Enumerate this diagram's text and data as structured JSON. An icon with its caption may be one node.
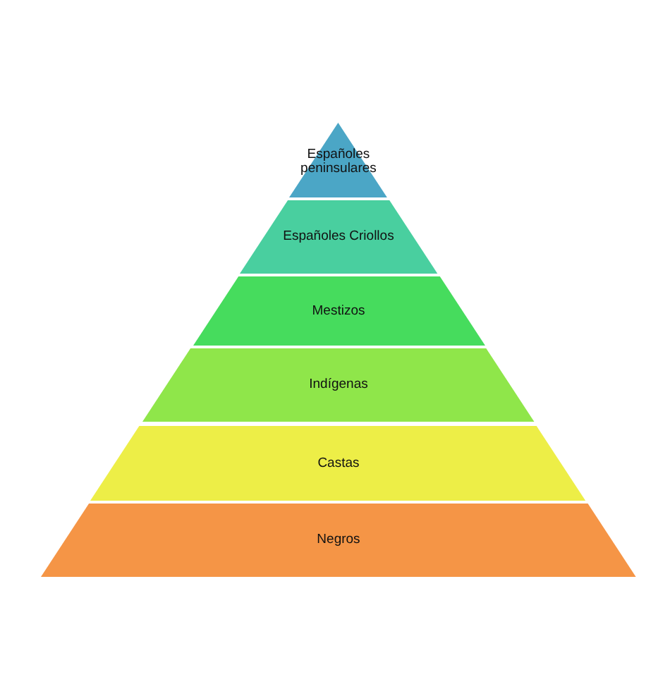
{
  "diagram": {
    "nodes": [
      {
        "text": [
          "Españoles peninsulares"
        ]
      },
      {
        "text": [
          "Españoles Criollos"
        ]
      },
      {
        "text": [
          "Mestizos"
        ]
      },
      {
        "text": [
          "Indígenas"
        ]
      },
      {
        "text": [
          "Castas"
        ]
      },
      {
        "text": [
          "Negros"
        ]
      }
    ]
  }
}
